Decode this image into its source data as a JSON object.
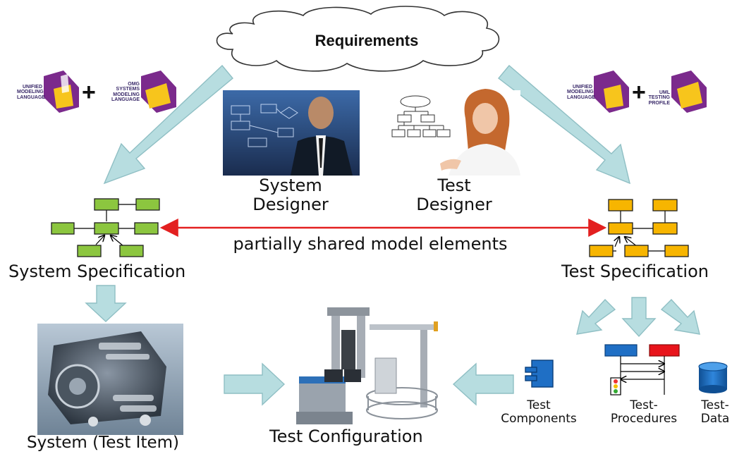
{
  "requirements": "Requirements",
  "roles": {
    "system_designer": [
      "System",
      "Designer"
    ],
    "test_designer": [
      "Test",
      "Designer"
    ]
  },
  "shared_link": "partially shared model elements",
  "system_specification": "System Specification",
  "test_specification": "Test Specification",
  "system_test_item": "System (Test Item)",
  "test_configuration": "Test Configuration",
  "test_components": [
    "Test",
    "Components"
  ],
  "test_procedures": [
    "Test-",
    "Procedures"
  ],
  "test_data": [
    "Test-",
    "Data"
  ],
  "logos": {
    "left": {
      "uml_caption": [
        "UNIFIED",
        "MODELING",
        "LANGUAGE"
      ],
      "uml_mark": "UML",
      "plus": "+",
      "sysml_caption": [
        "OMG",
        "SYSTEMS",
        "MODELING",
        "LANGUAGE"
      ],
      "sysml_mark": "SysML"
    },
    "right": {
      "uml_caption": [
        "UNIFIED",
        "MODELING",
        "LANGUAGE"
      ],
      "uml_mark": "UML",
      "plus": "+",
      "utp_caption": [
        "UML",
        "TESTING",
        "PROFILE"
      ],
      "utp_mark": "UTP"
    }
  },
  "colors": {
    "arrow_fill": "#b7dde0",
    "arrow_stroke": "#8fbfc4",
    "system_blocks": "#8cc63f",
    "test_blocks": "#f7b500",
    "shared_link": "#e32020",
    "component_blue": "#1f6fc5",
    "message_red": "#e8141b"
  },
  "images": {
    "system_designer": "photo of a man drawing a flowchart on a dark screen",
    "test_designer": "photo of a woman drawing a tree diagram",
    "engine": "photo of a car engine",
    "test_rig": "photo of a test rig machine"
  }
}
